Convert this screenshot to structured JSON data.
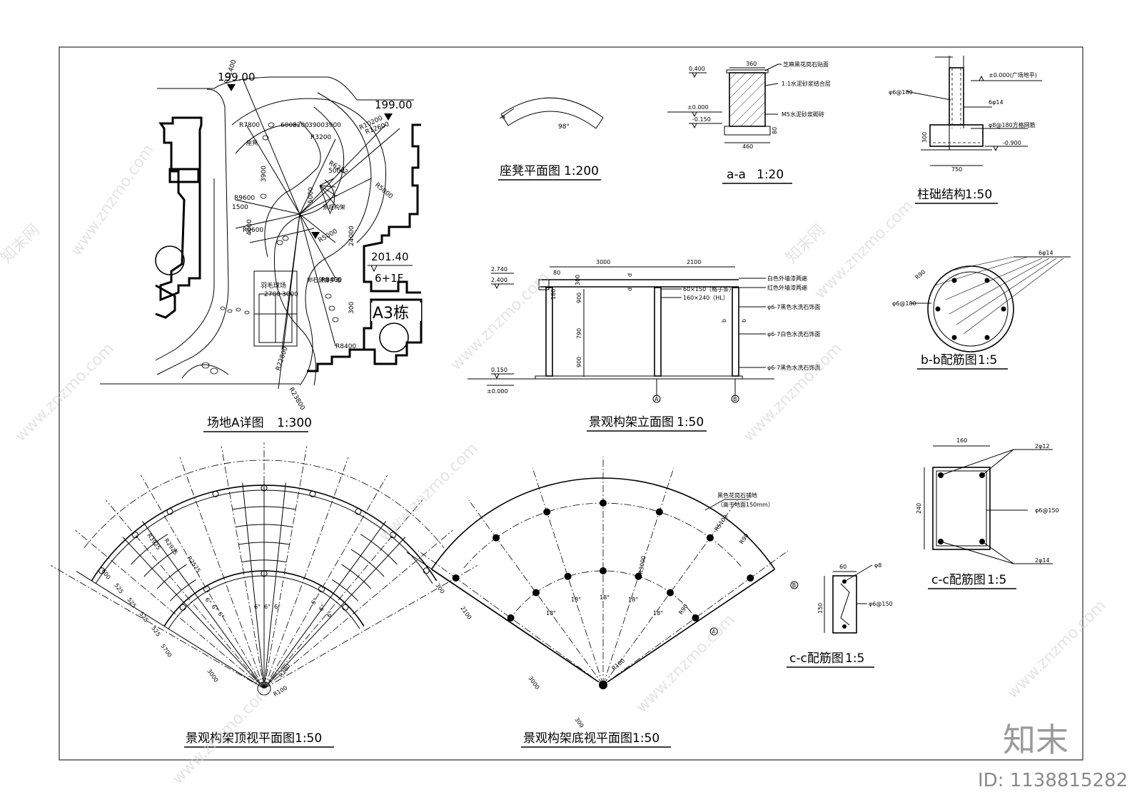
{
  "titles": {
    "siteA": "场地A详图",
    "siteA_scale": "1:300",
    "benchPlan": "座凳平面图",
    "benchPlan_scale": "1:200",
    "secAA": "a-a",
    "secAA_scale": "1:20",
    "footing": "柱础结构",
    "footing_scale": "1:50",
    "elevation": "景观构架立面图",
    "elevation_scale": "1:50",
    "bbRebar": "b-b配筋图",
    "bbRebar_scale": "1:5",
    "ccRebar1": "c-c配筋图",
    "ccRebar1_scale": "1:5",
    "ccRebar2": "c-c配筋图",
    "ccRebar2_scale": "1:5",
    "topPlan": "景观构架顶视平面图",
    "topPlan_scale": "1:50",
    "bottomPlan": "景观构架底视平面图",
    "bottomPlan_scale": "1:50"
  },
  "siteA": {
    "elev1": "199.00",
    "elev2": "199.00",
    "elev3": "201.40",
    "floors": "6+1F",
    "building": "A3栋",
    "bench_label": "座凳",
    "court_label": "羽毛球场",
    "path_label": "卵石健身步道",
    "pergola_label": "景观构架",
    "radii": [
      "R11400",
      "R7800",
      "R3200",
      "R6222",
      "R10200",
      "R12600",
      "R5000",
      "R9600",
      "R9600",
      "R5000",
      "R8400",
      "R8400",
      "R22800",
      "R23800"
    ],
    "dims": [
      "6000",
      "3200",
      "3900",
      "3900",
      "1500",
      "5000",
      "5000",
      "3900",
      "24000",
      "2700",
      "3000",
      "300",
      "4000"
    ]
  },
  "bench": {
    "angle": "98°"
  },
  "secAA": {
    "e1": "0.400",
    "e2": "±0.000",
    "e3": "-0.150",
    "w_top": "360",
    "w_bot": "460",
    "h_base": "80",
    "note1": "芝麻黑花岗石贴面",
    "note2": "1:1水泥砂浆结合层",
    "note3": "M5水泥砂浆砌砖"
  },
  "footing": {
    "e1": "±0.000(广场地平)",
    "e2": "-0.900",
    "r1": "φ6@180",
    "r2": "6φ14",
    "r3": "φ8@180方格网筋",
    "h": "300",
    "w": "750"
  },
  "elevation": {
    "e1": "2.740",
    "e2": "2.400",
    "e3": "0.150",
    "e4": "±0.000",
    "span1": "3000",
    "span2": "2100",
    "d1": "80",
    "d2": "300",
    "d3": "180",
    "h1": "900",
    "h2": "790",
    "h3": "900",
    "n1": "60×150（格子条）",
    "n2": "160×240（HL）",
    "n3": "白色外墙漆两遍",
    "n4": "红色外墙漆两遍",
    "n5": "φ6-7黑色水洗石饰面",
    "n6": "φ6-7白色水洗石饰面",
    "n7": "φ6-7黑色水洗石饰面",
    "axisA": "A",
    "axisB": "B",
    "mark_d": "d",
    "mark_b": "b"
  },
  "bbRebar": {
    "r": "R90",
    "bars": "6φ14",
    "ties": "φ6@180"
  },
  "ccRebar1": {
    "w": "160",
    "h": "240",
    "top": "2φ12",
    "ties": "φ6@150",
    "bot": "2φ14"
  },
  "ccRebar2": {
    "w": "60",
    "h": "150",
    "bar": "φ8",
    "ties": "φ6@150"
  },
  "topPlan": {
    "dims": [
      "600",
      "525",
      "525",
      "525",
      "525",
      "5700",
      "3000"
    ],
    "radii": [
      "R3925",
      "R2925",
      "R2525",
      "R280",
      "R100"
    ],
    "angles": [
      "6°",
      "6°",
      "6°",
      "6°",
      "6°",
      "6°",
      "6°",
      "6°",
      "6°"
    ]
  },
  "bottomPlan": {
    "note": "黑色花岗石铺地",
    "note2": "（高于地面150mm）",
    "radii": [
      "R5100",
      "R90",
      "R3000",
      "R90",
      "R100"
    ],
    "dims": [
      "300",
      "2100",
      "3000",
      "300"
    ],
    "angles": [
      "18°",
      "18°",
      "18°",
      "18°",
      "18°"
    ],
    "axisA": "A",
    "axisB": "B"
  },
  "watermark": {
    "logo": "知末",
    "id": "ID: 1138815282",
    "site": "www.znzmo.com",
    "brand": "知末网"
  }
}
